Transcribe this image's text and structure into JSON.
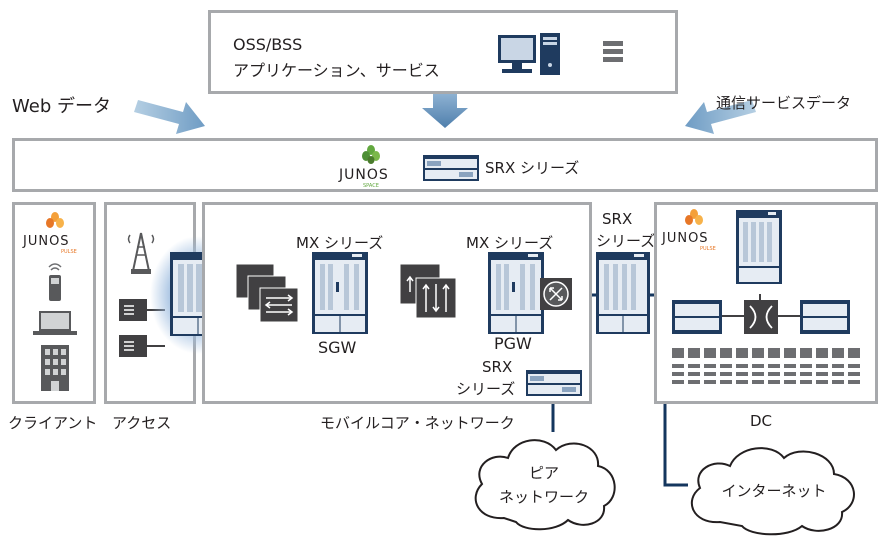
{
  "oss": {
    "line1": "OSS/BSS",
    "line2": "アプリケーション、サービス"
  },
  "labels": {
    "web_data": "Web データ",
    "comm_data": "通信サービスデータ",
    "srx_series_top": "SRX シリーズ",
    "mx_series_1": "MX シリーズ",
    "mx_series_2": "MX シリーズ",
    "sgw": "SGW",
    "pgw": "PGW",
    "srx_line1": "SRX",
    "srx_line2": "シリーズ",
    "srx_bottom_line1": "SRX",
    "srx_bottom_line2": "シリーズ",
    "client": "クライアント",
    "access": "アクセス",
    "mobile_core": "モバイルコア・ネットワーク",
    "dc": "DC",
    "peer_line1": "ピア",
    "peer_line2": "ネットワーク",
    "internet": "インターネット"
  },
  "logos": {
    "junos": "JUNOS",
    "space": "SPACE",
    "pulse": "PULSE"
  },
  "colors": {
    "panel_border": "#a7a9ac",
    "arrow_blue": "#7fa7c9",
    "device_navy": "#1f3b5f",
    "device_light": "#e6ecf3",
    "line_navy": "#14365e",
    "glow": "#9dbcdf"
  }
}
